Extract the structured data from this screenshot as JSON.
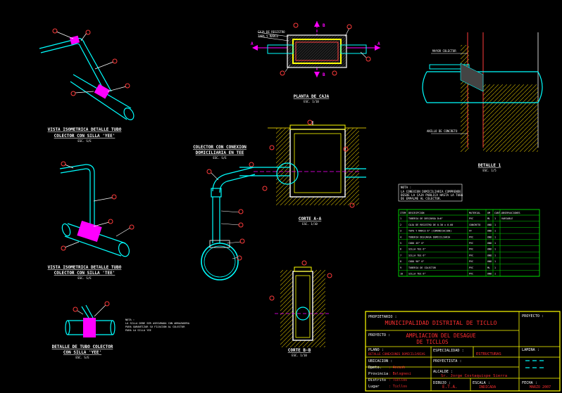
{
  "views": {
    "iso1_title": [
      "VISTA ISOMETRICA DETALLE TUBO",
      "COLECTOR CON SILLA 'YEE'"
    ],
    "iso1_scale": "ESC. S/E",
    "iso2_title": [
      "VISTA ISOMETRICA DETALLE TUBO",
      "COLECTOR CON SILLA 'TEE'"
    ],
    "iso2_scale": "ESC. S/E",
    "tube_title": [
      "DETALLE DE TUBO COLECTOR",
      "CON SILLA 'YEE'"
    ],
    "tube_scale": "ESC. S/E",
    "conn_title": [
      "COLECTOR CON CONEXION",
      "DOMICILIARIA EN TEE"
    ],
    "conn_scale": "ESC. S/E",
    "plan_title": "PLANTA DE CAJA",
    "plan_scale": "ESC. 1/10",
    "cut_aa_title": "CORTE A-A",
    "cut_aa_scale": "ESC. 1/10",
    "cut_bb_title": "CORTE B-B",
    "cut_bb_scale": "ESC. 1/10",
    "det1_title": "DETALLE 1",
    "det1_scale": "ESC. 1/5",
    "section_a": "A",
    "section_b": "B"
  },
  "nota": {
    "title": "NOTA :",
    "lines": [
      "LA CONEXION DOMICILIARIA COMPRENDE",
      "DESDE LA CAJA PUBLICA HASTA LA TUBA",
      "DE EMPALME AL COLECTOR."
    ]
  },
  "side_note": [
    "NOTA :",
    "LA SILLA DEBE SER ASEGURADA CON ABRAZADERA",
    "PARA GARANTIZAR SU FIJACION AL COLECTOR",
    "PARA LA SILLA YEE"
  ],
  "table": {
    "headers": [
      "ITEM",
      "DESCRIPCION",
      "MATERIAL",
      "UM",
      "CANT.",
      "OBSERVACIONES"
    ],
    "rows": [
      [
        "1",
        "TUBERIA DE DESCARGA D=6\"",
        "PVC",
        "ML",
        "1",
        "VARIABLE"
      ],
      [
        "2",
        "CAJA DE REGISTRO DE 0.30 x 0.60",
        "CONCRETO",
        "UND",
        "1",
        ""
      ],
      [
        "3",
        "TAPA Y MARCO 6\" (COMUNICACION)",
        "FF",
        "UND",
        "1",
        ""
      ],
      [
        "4",
        "TUBERIA DESCARGA DOMICILIARIA",
        "PVC",
        "UND",
        "1",
        ""
      ],
      [
        "5",
        "CODO 45° 6\"",
        "PVC",
        "UND",
        "1",
        ""
      ],
      [
        "6",
        "SILLA YEE 6\"",
        "PVC",
        "UND",
        "1",
        ""
      ],
      [
        "7",
        "SILLA TEE 6\"",
        "PVC",
        "UND",
        "1",
        ""
      ],
      [
        "8",
        "CODO 90° 6\"",
        "PVC",
        "UND",
        "1",
        ""
      ],
      [
        "9",
        "TUBERIA DE COLECTOR",
        "PVC",
        "ML",
        "1",
        ""
      ],
      [
        "10",
        "SILLA TEE 6\"",
        "PVC",
        "UND",
        "1",
        ""
      ]
    ]
  },
  "title_block": {
    "propietario_label": "PROPIETARIO :",
    "propietario": "MUNICIPALIDAD DISTRITAL DE TICLLO",
    "proyecto_label": "PROYECTO :",
    "proyecto": [
      "AMPLIACION DEL DESAGUE",
      "DE TICLLOS"
    ],
    "proyecto_num_label": "PROYECTO :",
    "plano_label": "PLANO :",
    "plano": "DETALLE CONEXIONES DOMICILIARIAS",
    "especialidad_label": "ESPECIALIDAD :",
    "especialidad": "ESTRUCTURAS",
    "lamina_label": "LAMINA :",
    "ubicacion_label": "UBICACION :",
    "proyectista_label": "PROYECTISTA :",
    "departamento_label": "Dpmto.",
    "departamento": ": Ancash",
    "provincia_label": "Provincia",
    "provincia": ": Bolognesi",
    "distrito_label": "Distrito",
    "distrito": ": Ticllos",
    "lugar_label": "Lugar",
    "lugar": ": Ticllos",
    "alcalde_label": "ALCALDE :",
    "alcalde": "Sr. Jorge Costaquispe Sierra",
    "dibujo_label": "DIBUJO :",
    "dibujo": "E.T.A.",
    "escala_label": "ESCALA :",
    "escala": "INDICADA",
    "fecha_label": "FECHA :",
    "fecha": "MARZO 2007"
  },
  "colors": {
    "background": "#000000",
    "pipe": "#00ffff",
    "box": "#ffffff",
    "box_fill": "#ffff00",
    "soil": "#c8b400",
    "callout": "#ff3b3b",
    "accent": "#ff00ff",
    "table_line": "#00ff00",
    "title_border": "#ffff00",
    "title_text": "#ff3030"
  }
}
